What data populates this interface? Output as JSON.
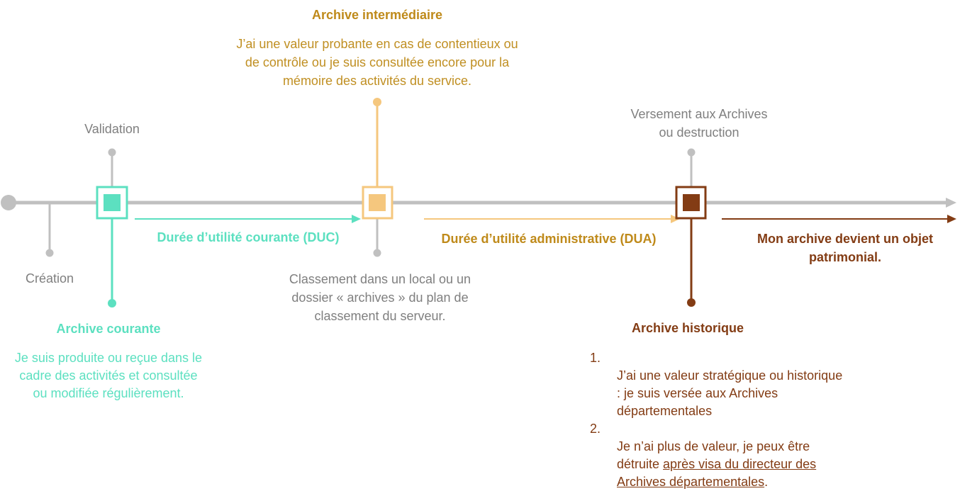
{
  "colors": {
    "timeline": "#c0c0c0",
    "gray_text": "#7f7f7f",
    "courante": "#5ce0c0",
    "intermediaire": "#f5c77e",
    "intermediaire_text": "#bf8a1a",
    "historique": "#833c14"
  },
  "labels": {
    "validation": "Validation",
    "creation": "Création",
    "versement": "Versement aux Archives\nou destruction",
    "classement": "Classement dans un local ou un\ndossier « archives » du plan de\nclassement du serveur."
  },
  "courante": {
    "title": "Archive courante",
    "description": "Je suis produite ou reçue dans le\ncadre des activités et consultée\nou modifiée régulièrement.",
    "duration": "Durée d’utilité courante (DUC)"
  },
  "intermediaire": {
    "title": "Archive intermédiaire",
    "description": "J’ai une valeur probante en cas de contentieux ou\nde contrôle ou je suis consultée encore pour la\nmémoire des activités du service.",
    "duration": "Durée d’utilité administrative (DUA)"
  },
  "historique": {
    "title": "Archive historique",
    "patrimonial": "Mon archive devient un objet\npatrimonial.",
    "items": [
      {
        "number": "1.",
        "text": "J’ai une valeur stratégique ou historique\n: je suis versée aux Archives\ndépartementales"
      },
      {
        "number": "2.",
        "text": "Je n’ai plus de valeur, je peux être\ndétruite ",
        "underlined": "après visa du directeur des\nArchives départementales",
        "end": "."
      }
    ]
  }
}
